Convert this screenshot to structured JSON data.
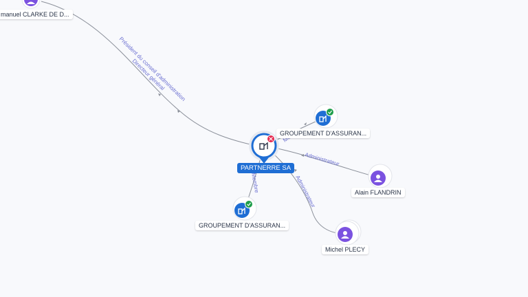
{
  "nodes": {
    "center": {
      "label": "PARTNERRE SA",
      "icon": "company-icon",
      "status": "closed",
      "color": "#1f6ed4"
    },
    "person_top": {
      "label": "manuel CLARKE DE D...",
      "icon": "person-icon",
      "color": "#7b52e0"
    },
    "groupement_right": {
      "label": "GROUPEMENT D'ASSURAN...",
      "icon": "company-icon",
      "status": "active"
    },
    "groupement_bottom": {
      "label": "GROUPEMENT D'ASSURAN...",
      "icon": "company-icon",
      "status": "active"
    },
    "alain": {
      "label": "Alain FLANDRIN",
      "icon": "person-icon",
      "color": "#7b52e0"
    },
    "michel": {
      "label": "Michel PLECY",
      "icon": "person-icon",
      "color": "#7b52e0"
    }
  },
  "edges": {
    "top_role_1": "Président du conseil d'administration",
    "top_role_2": "Directeur général",
    "right_role": "Membre",
    "bottom_role": "Membre",
    "alain_role": "Administrateur",
    "michel_role": "Administrateur"
  },
  "colors": {
    "company": "#1f6ed4",
    "person": "#7b52e0",
    "active_badge": "#1e9e4a",
    "closed_badge": "#e5294f",
    "edge_label": "#6b6fd1"
  }
}
